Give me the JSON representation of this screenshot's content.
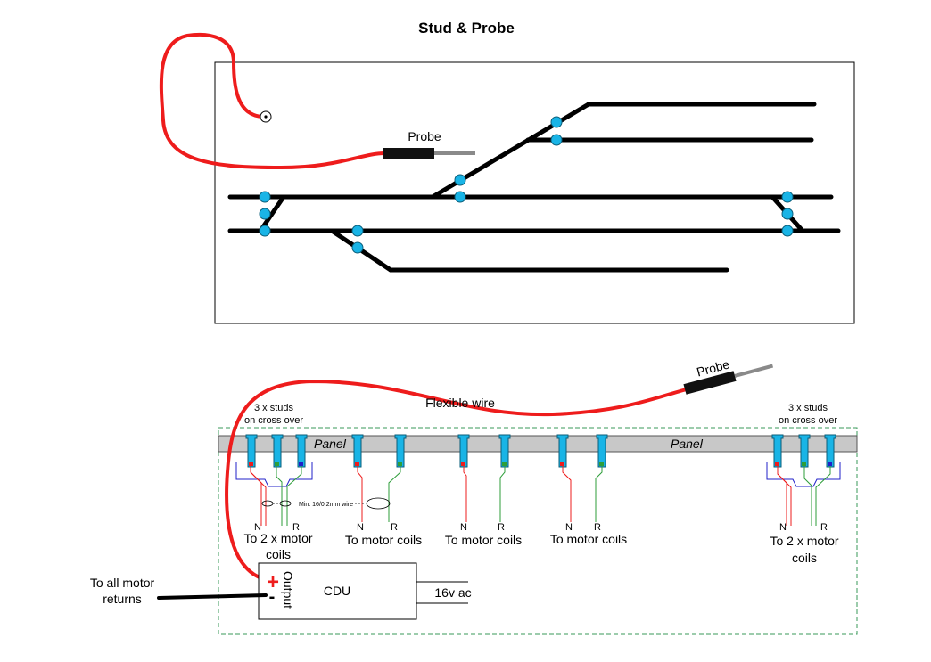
{
  "title": "Stud & Probe",
  "labels": {
    "probe_top": "Probe",
    "probe_bottom": "Probe",
    "flexible_wire": "Flexible wire",
    "studs_left": [
      "3 x studs",
      "on cross over"
    ],
    "studs_right": [
      "3 x studs",
      "on cross over"
    ],
    "panel_left": "Panel",
    "panel_right": "Panel",
    "wire_spec": "Min. 16/0.2mm wire",
    "normal": "N",
    "reverse": "R",
    "coils_left": [
      "To 2 x motor",
      "coils"
    ],
    "coils_mid": "To motor coils",
    "coils_right": [
      "To 2 x motor",
      "coils"
    ],
    "cdu": "CDU",
    "output": "Output",
    "plus": "+",
    "minus": "-",
    "supply": "16v ac",
    "returns": [
      "To all motor",
      "returns"
    ]
  },
  "colors": {
    "wire_red": "#ee1c1c",
    "wire_green": "#2e9e3a",
    "stud_fill": "#19b4e6",
    "panel_fill": "#c8c8c8",
    "bracket": "#2020c8",
    "enclosure": "#3a9a5a"
  }
}
